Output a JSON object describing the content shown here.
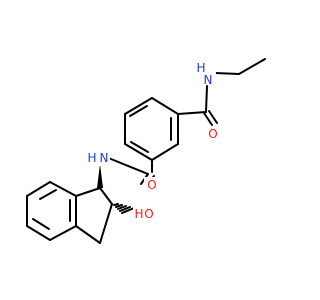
{
  "molecule": {
    "atom_labels": {
      "amide_nh_top": "N",
      "amide_nh_top_h": "H",
      "amide_o_top": "O",
      "amide_o_middle": "O",
      "amide_nh_bottom": "N",
      "amide_nh_bottom_h": "H",
      "hydroxyl_h": "H",
      "hydroxyl_o": "O"
    },
    "colors": {
      "bond": "#000000",
      "nitrogen": "#1f3fd2",
      "oxygen": "#ff1a1a"
    }
  }
}
